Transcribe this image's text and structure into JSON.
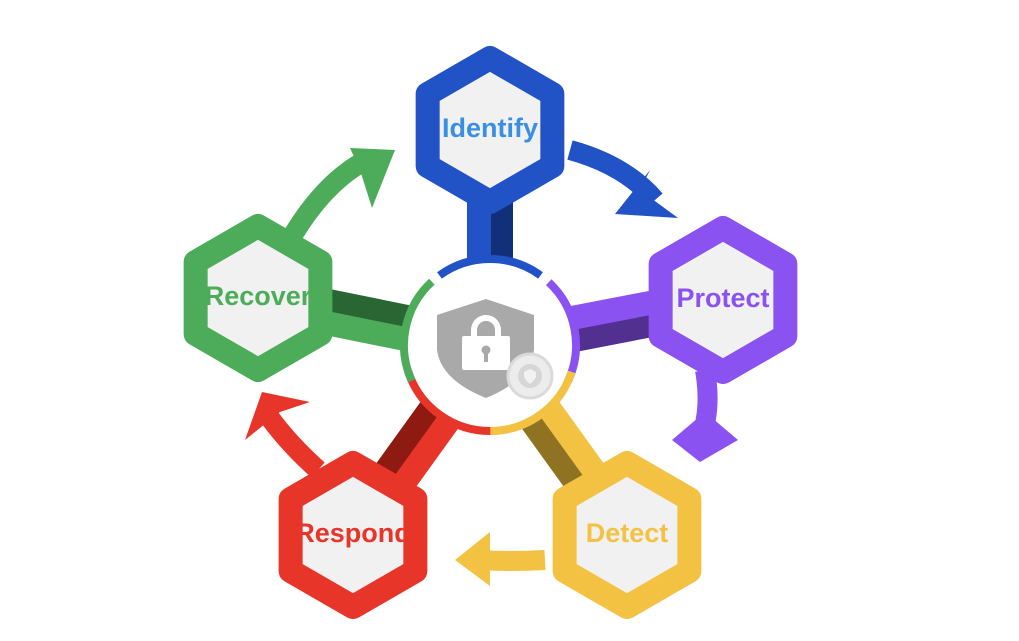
{
  "diagram": {
    "center_icon": "shield-lock-icon",
    "stages": [
      {
        "label": "Identify",
        "color": "#2152c6",
        "dark": "#12307a",
        "text_color": "#3a8fe2"
      },
      {
        "label": "Protect",
        "color": "#8a52f0",
        "dark": "#52308f",
        "text_color": "#8a52f0"
      },
      {
        "label": "Detect",
        "color": "#f4c242",
        "dark": "#8f7322",
        "text_color": "#f4c242"
      },
      {
        "label": "Respond",
        "color": "#e8352a",
        "dark": "#8e1a12",
        "text_color": "#e8352a"
      },
      {
        "label": "Recover",
        "color": "#4cac5a",
        "dark": "#2a6634",
        "text_color": "#4cac5a"
      }
    ]
  }
}
